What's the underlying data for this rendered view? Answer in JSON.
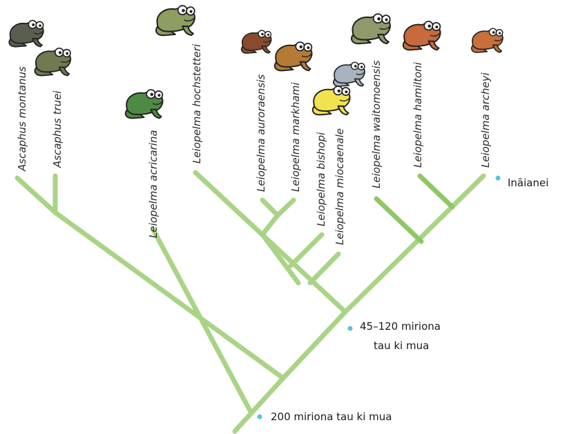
{
  "species": [
    {
      "name": "Ascaphus montanus"
    },
    {
      "name": "Ascaphus truei"
    },
    {
      "name": "Leiopelma acricarina"
    },
    {
      "name": "Leiopelma hochstetteri"
    },
    {
      "name": "Leiopelma auroraensis"
    },
    {
      "name": "Leiopelma markhami"
    },
    {
      "name": "Leiopelma bishopi"
    },
    {
      "name": "Leiopelma miocaenale"
    },
    {
      "name": "Leiopelma waitomoensis"
    },
    {
      "name": "Leiopelma hamiltoni"
    },
    {
      "name": "Leiopelma archeyi"
    }
  ],
  "time_labels": {
    "present": "Ināianei",
    "middle_line1": "45–120 miriona",
    "middle_line2": "tau ki mua",
    "root": "200 miriona tau ki mua"
  },
  "colors": {
    "branch": "#a9d486",
    "marker": "#5bc4d6"
  },
  "frogs": [
    {
      "icon": "frog-icon",
      "species": "Ascaphus montanus",
      "color": "#5a5e4e"
    },
    {
      "icon": "frog-icon",
      "species": "Ascaphus truei",
      "color": "#6f7a52"
    },
    {
      "icon": "frog-icon",
      "species": "Leiopelma acricarina",
      "color": "#4e8a43"
    },
    {
      "icon": "frog-icon",
      "species": "Leiopelma hochstetteri",
      "color": "#8e9e62"
    },
    {
      "icon": "frog-icon",
      "species": "Leiopelma auroraensis",
      "color": "#8a4a2e"
    },
    {
      "icon": "frog-icon",
      "species": "Leiopelma markhami",
      "color": "#b47a36"
    },
    {
      "icon": "frog-icon",
      "species": "Leiopelma bishopi",
      "color": "#f2e34e"
    },
    {
      "icon": "frog-icon",
      "species": "Leiopelma miocaenale",
      "color": "#a9b3c0"
    },
    {
      "icon": "frog-icon",
      "species": "Leiopelma waitomoensis",
      "color": "#8f9a6a"
    },
    {
      "icon": "frog-icon",
      "species": "Leiopelma hamiltoni",
      "color": "#c76a3e"
    },
    {
      "icon": "frog-icon",
      "species": "Leiopelma archeyi",
      "color": "#c7703a"
    }
  ]
}
